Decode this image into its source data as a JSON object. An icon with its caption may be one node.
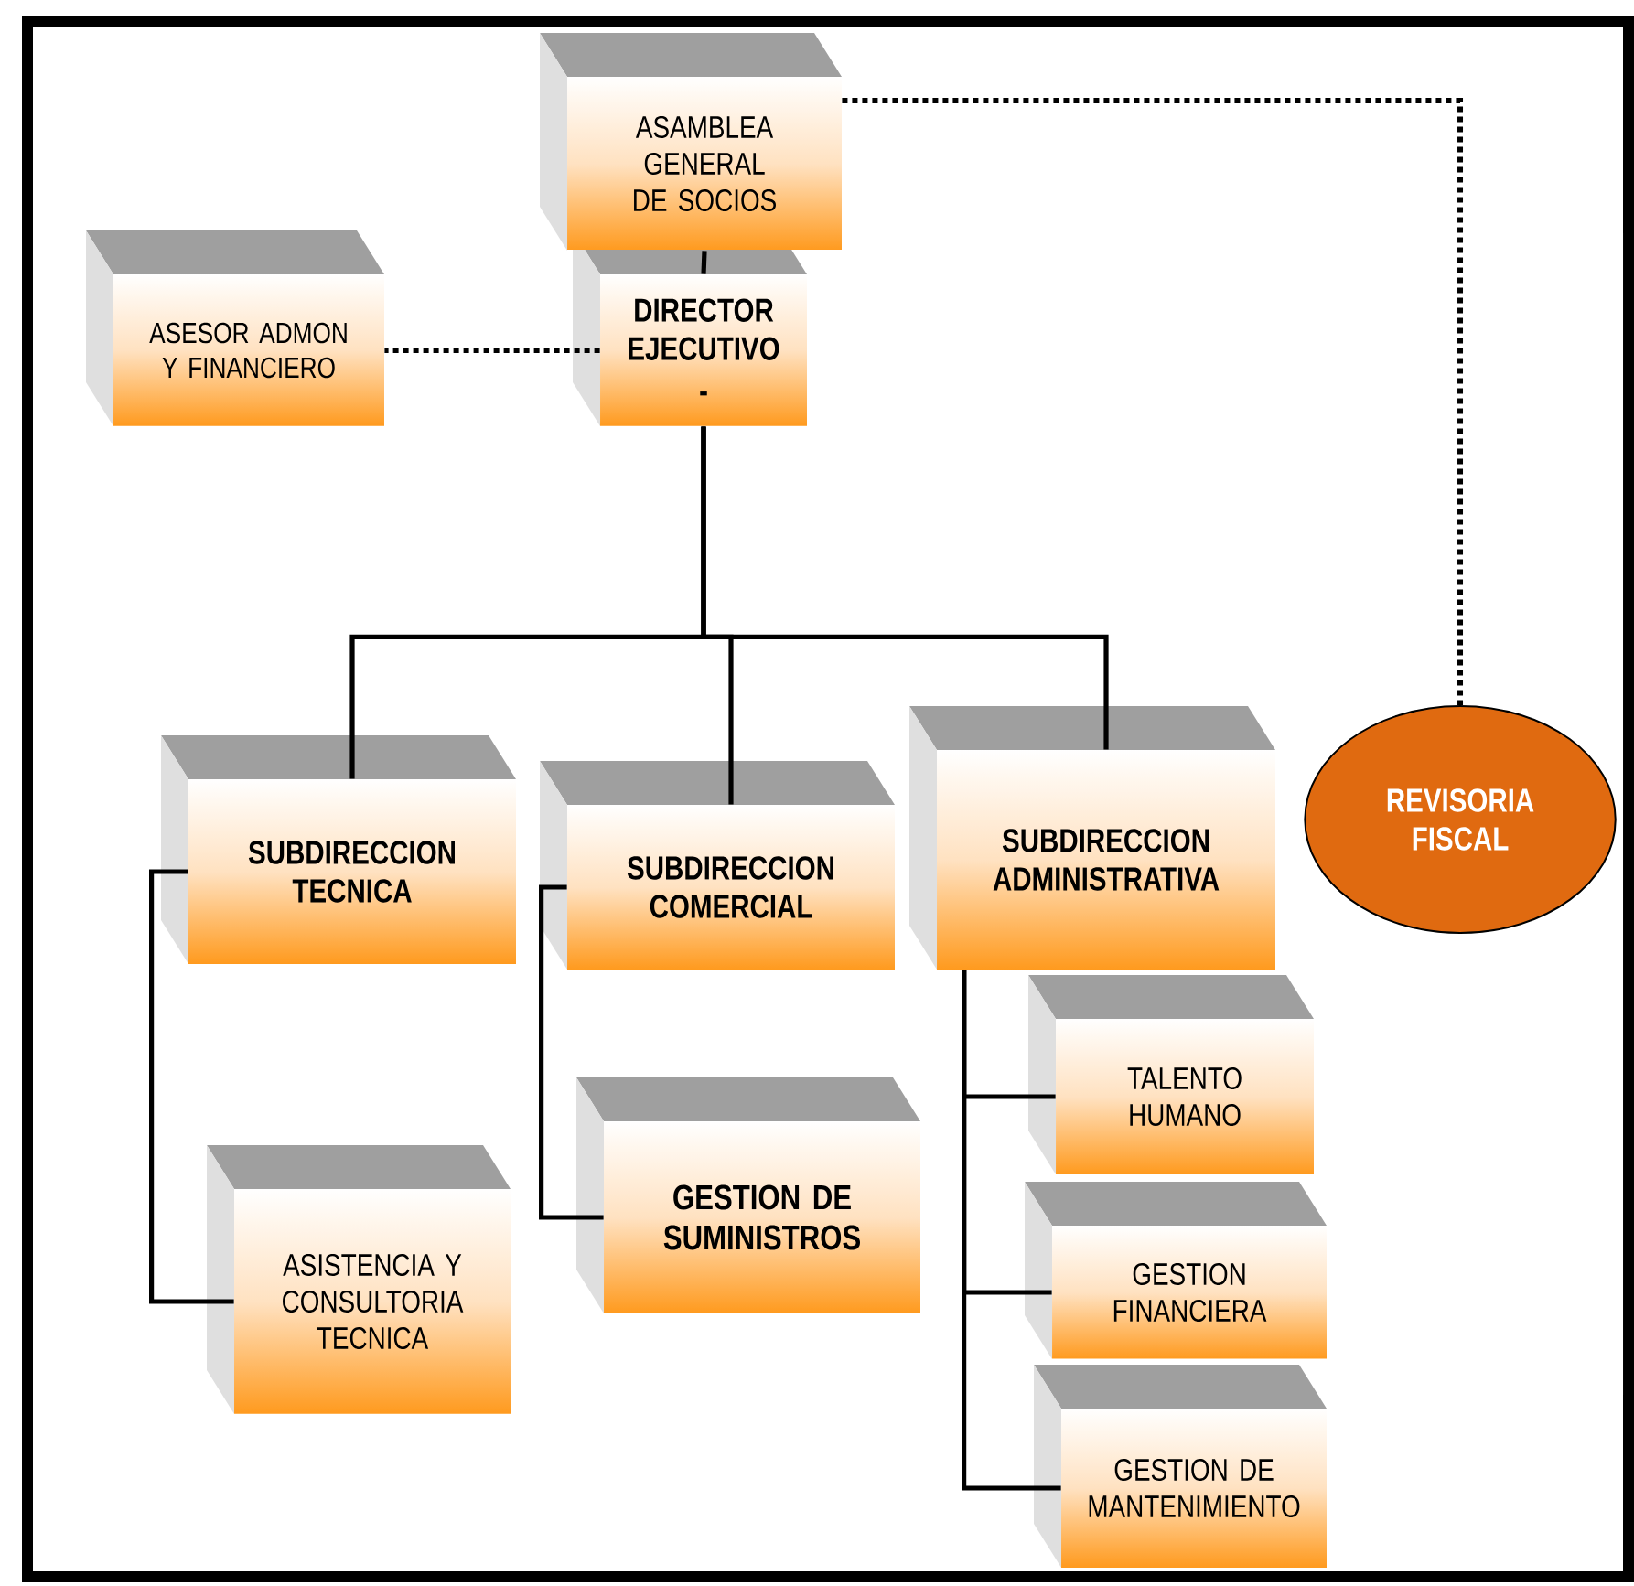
{
  "diagram": {
    "nodes": [
      {
        "text": [
          "ASAMBLEA GENERAL DE SOCIOS"
        ]
      },
      {
        "text": [
          "DIRECTOR EJECUTIVO",
          "-"
        ]
      },
      {
        "text": [
          "ASESOR ADMON Y FINANCIERO"
        ]
      },
      {
        "text": [
          "SUBDIRECCION TECNICA"
        ]
      },
      {
        "text": [
          "SUBDIRECCION COMERCIAL"
        ]
      },
      {
        "text": [
          "SUBDIRECCION ADMINISTRATIVA"
        ]
      },
      {
        "text": [
          "REVISORIA FISCAL"
        ]
      },
      {
        "text": [
          "ASISTENCIA Y CONSULTORIA TECNICA"
        ]
      },
      {
        "text": [
          "GESTION DE SUMINISTROS"
        ]
      },
      {
        "text": [
          "TALENTO HUMANO"
        ]
      },
      {
        "text": [
          "GESTION FINANCIERA"
        ]
      },
      {
        "text": [
          "GESTION DE MANTENIMIENTO"
        ]
      }
    ],
    "edges": [
      {
        "from": 0,
        "to": 1,
        "arrow": "none"
      },
      {
        "from": 1,
        "to": 2,
        "arrow": "none",
        "style": "dashed"
      },
      {
        "from": 0,
        "to": 6,
        "arrow": "none",
        "style": "dashed"
      },
      {
        "from": 1,
        "to": 3,
        "arrow": "none"
      },
      {
        "from": 1,
        "to": 4,
        "arrow": "none"
      },
      {
        "from": 1,
        "to": 5,
        "arrow": "none"
      },
      {
        "from": 3,
        "to": 7,
        "arrow": "none"
      },
      {
        "from": 4,
        "to": 8,
        "arrow": "none"
      },
      {
        "from": 5,
        "to": 9,
        "arrow": "none"
      },
      {
        "from": 5,
        "to": 10,
        "arrow": "none"
      },
      {
        "from": 5,
        "to": 11,
        "arrow": "none"
      }
    ]
  }
}
